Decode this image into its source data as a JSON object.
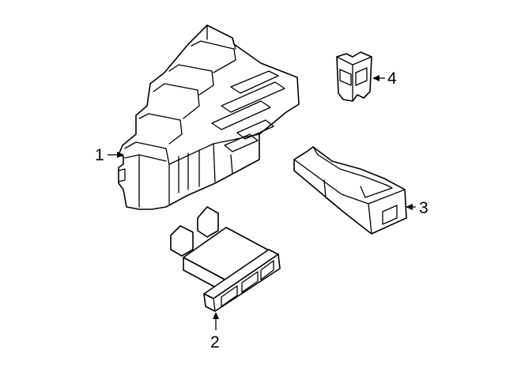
{
  "diagram": {
    "colors": {
      "line": "#000000",
      "background": "#ffffff"
    },
    "callouts": [
      {
        "number": "1",
        "part": "fuse-relay-box"
      },
      {
        "number": "2",
        "part": "blade-fuse"
      },
      {
        "number": "3",
        "part": "fuse-cover"
      },
      {
        "number": "4",
        "part": "relay"
      }
    ]
  }
}
